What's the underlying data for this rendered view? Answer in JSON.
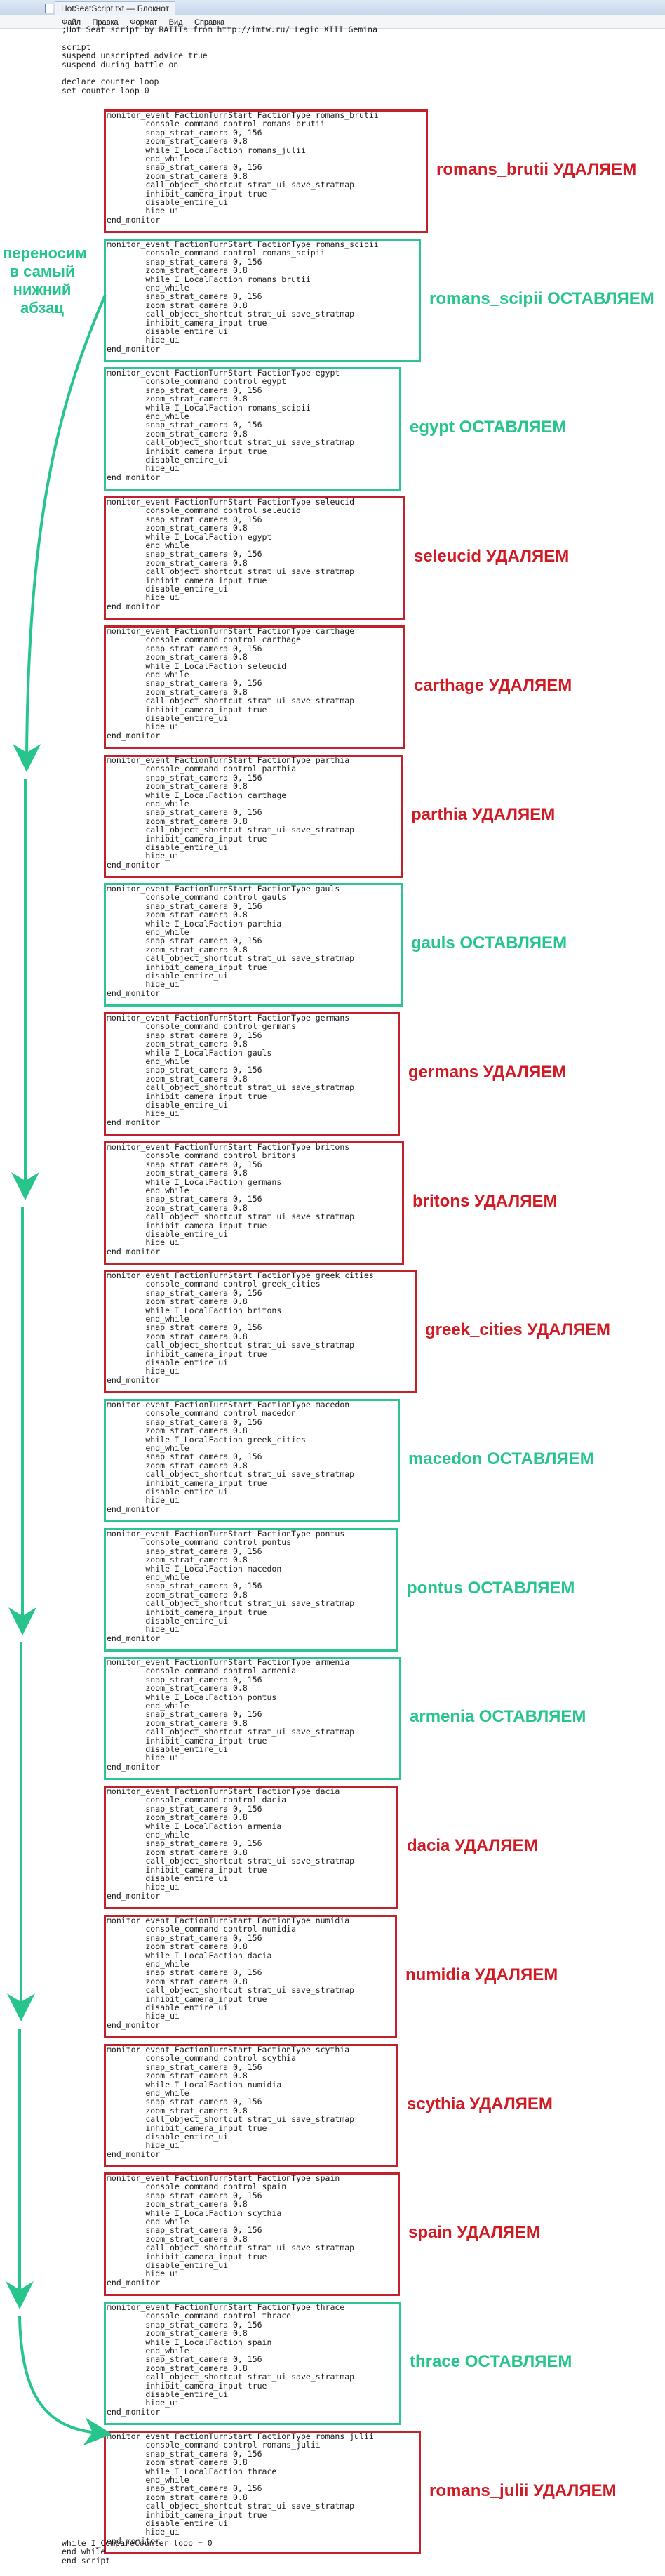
{
  "window": {
    "title": "HotSeatScript.txt — Блокнот"
  },
  "menu": [
    "Файл",
    "Правка",
    "Формат",
    "Вид",
    "Справка"
  ],
  "header_lines": [
    ";Hot Seat script by RAIIIa from http://imtw.ru/ Legio XIII Gemina",
    "",
    "script",
    "suspend_unscripted_advice true",
    "suspend_during_battle on",
    "",
    "declare_counter loop",
    "set_counter loop 0"
  ],
  "footer_lines": [
    "while I_CompareCounter loop = 0",
    "end_while",
    "end_script"
  ],
  "side_note": "переносим в самый нижний абзац",
  "colors": {
    "delete": "#c0222c",
    "keep": "#2ec490"
  },
  "blocks": [
    {
      "faction": "romans_brutii",
      "prev": "romans_julii",
      "label": "romans_brutii УДАЛЯЕМ",
      "status": "delete"
    },
    {
      "faction": "romans_scipii",
      "prev": "romans_brutii",
      "label": "romans_scipii ОСТАВЛЯЕМ",
      "status": "keep"
    },
    {
      "faction": "egypt",
      "prev": "romans_scipii",
      "label": "egypt ОСТАВЛЯЕМ",
      "status": "keep"
    },
    {
      "faction": "seleucid",
      "prev": "egypt",
      "label": "seleucid УДАЛЯЕМ",
      "status": "delete"
    },
    {
      "faction": "carthage",
      "prev": "seleucid",
      "label": "carthage УДАЛЯЕМ",
      "status": "delete"
    },
    {
      "faction": "parthia",
      "prev": "carthage",
      "label": "parthia УДАЛЯЕМ",
      "status": "delete"
    },
    {
      "faction": "gauls",
      "prev": "parthia",
      "label": "gauls ОСТАВЛЯЕМ",
      "status": "keep"
    },
    {
      "faction": "germans",
      "prev": "gauls",
      "label": "germans УДАЛЯЕМ",
      "status": "delete"
    },
    {
      "faction": "britons",
      "prev": "germans",
      "label": "britons УДАЛЯЕМ",
      "status": "delete"
    },
    {
      "faction": "greek_cities",
      "prev": "britons",
      "label": "greek_cities УДАЛЯЕМ",
      "status": "delete"
    },
    {
      "faction": "macedon",
      "prev": "greek_cities",
      "label": "macedon ОСТАВЛЯЕМ",
      "status": "keep"
    },
    {
      "faction": "pontus",
      "prev": "macedon",
      "label": "pontus ОСТАВЛЯЕМ",
      "status": "keep"
    },
    {
      "faction": "armenia",
      "prev": "pontus",
      "label": "armenia ОСТАВЛЯЕМ",
      "status": "keep"
    },
    {
      "faction": "dacia",
      "prev": "armenia",
      "label": "dacia УДАЛЯЕМ",
      "status": "delete"
    },
    {
      "faction": "numidia",
      "prev": "dacia",
      "label": "numidia УДАЛЯЕМ",
      "status": "delete"
    },
    {
      "faction": "scythia",
      "prev": "numidia",
      "label": "scythia УДАЛЯЕМ",
      "status": "delete"
    },
    {
      "faction": "spain",
      "prev": "scythia",
      "label": "spain УДАЛЯЕМ",
      "status": "delete"
    },
    {
      "faction": "thrace",
      "prev": "spain",
      "label": "thrace ОСТАВЛЯЕМ",
      "status": "keep"
    },
    {
      "faction": "romans_julii",
      "prev": "thrace",
      "label": "romans_julii УДАЛЯЕМ",
      "status": "delete"
    }
  ]
}
